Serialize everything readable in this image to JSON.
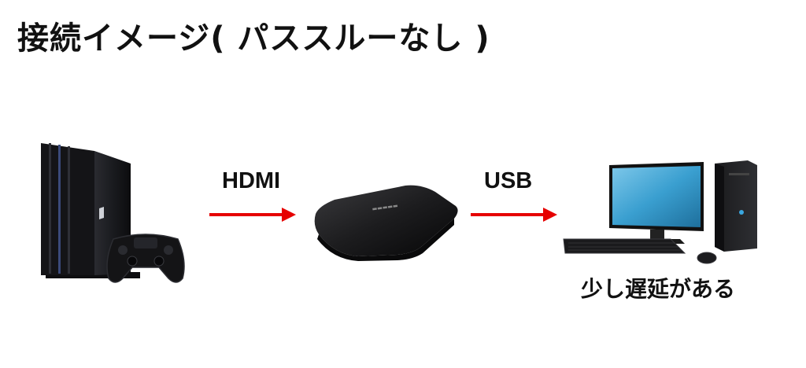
{
  "title": "接続イメージ( パススルーなし )",
  "connections": {
    "hdmi_label": "HDMI",
    "usb_label": "USB"
  },
  "pc_caption": "少し遅延がある",
  "colors": {
    "arrow": "#e60000",
    "console_body": "#1c1d21",
    "capture_device": "#141414",
    "monitor_screen": "#3a9fd0"
  },
  "icons": {
    "console": "game-console-icon",
    "controller": "controller-icon",
    "capture": "capture-device-icon",
    "pc": "desktop-pc-icon"
  }
}
